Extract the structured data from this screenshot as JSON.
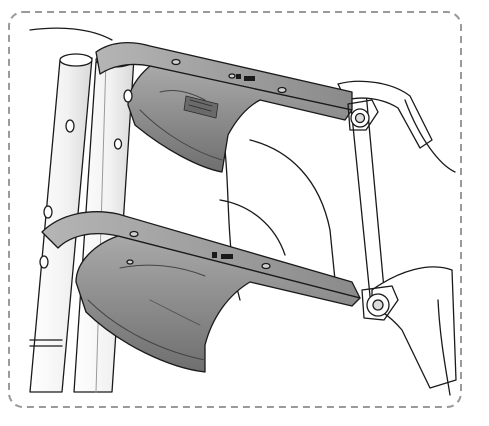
{
  "diagram": {
    "panel": {
      "frame_style": "dashed-rounded",
      "frame_color": "#9a9a9a",
      "line_color": "#1a1a1a",
      "part_fill_color": "#8c8c8c",
      "tube_fill_color": "#ffffff"
    },
    "parts": [
      {
        "name": "ladder-rail-left",
        "kind": "tube"
      },
      {
        "name": "ladder-rail-right",
        "kind": "tube"
      },
      {
        "name": "upper-step-bracket",
        "kind": "molded-step"
      },
      {
        "name": "lower-step-bracket",
        "kind": "molded-step"
      },
      {
        "name": "rear-frame-leg",
        "kind": "frame"
      },
      {
        "name": "hinge-pivot-upper",
        "kind": "pivot"
      },
      {
        "name": "hinge-pivot-lower",
        "kind": "pivot"
      }
    ],
    "icons": [
      "step-slot-icon",
      "rivet-icon",
      "pivot-bolt-icon"
    ]
  }
}
